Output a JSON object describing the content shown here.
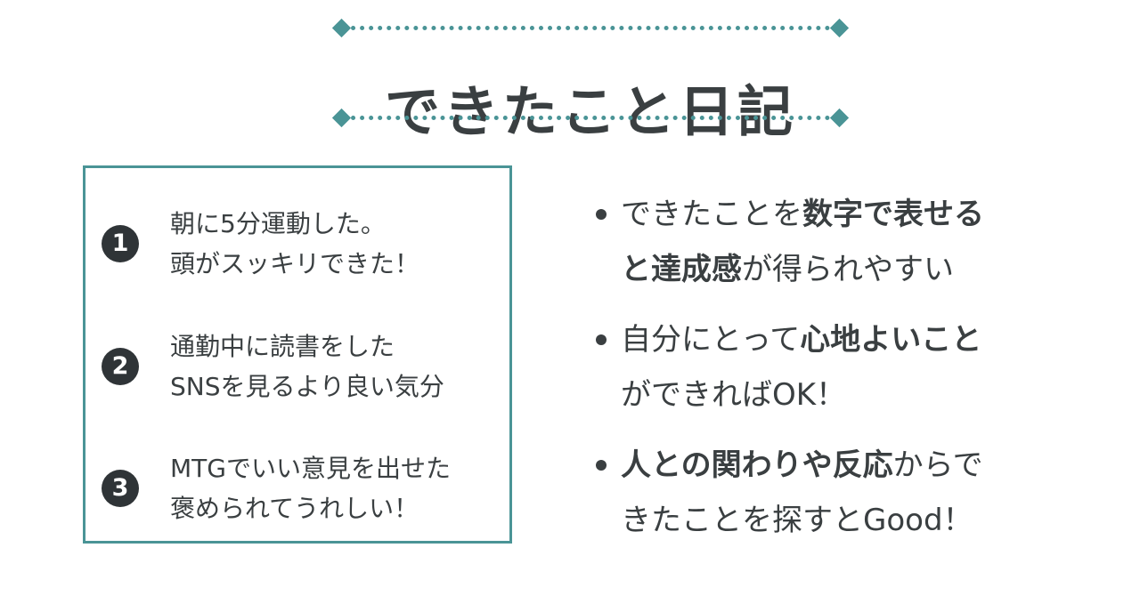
{
  "title": "できたこと日記",
  "colors": {
    "accent": "#4a9496",
    "text": "#3a3f41",
    "badge": "#2f3437"
  },
  "examples": [
    {
      "number": "1",
      "lines": [
        "朝に5分運動した。",
        "頭がスッキリできた！"
      ]
    },
    {
      "number": "2",
      "lines": [
        "通勤中に読書をした",
        "SNSを見るより良い気分"
      ]
    },
    {
      "number": "3",
      "lines": [
        "MTGでいい意見を出せた",
        "褒められてうれしい！"
      ]
    }
  ],
  "tips": [
    {
      "lines": [
        [
          {
            "text": "できたことを",
            "bold": false
          },
          {
            "text": "数字で表せる",
            "bold": true
          }
        ],
        [
          {
            "text": "と達成感",
            "bold": true
          },
          {
            "text": "が得られやすい",
            "bold": false
          }
        ]
      ]
    },
    {
      "lines": [
        [
          {
            "text": "自分にとって",
            "bold": false
          },
          {
            "text": "心地よいこと",
            "bold": true
          }
        ],
        [
          {
            "text": "ができればOK！",
            "bold": false
          }
        ]
      ]
    },
    {
      "lines": [
        [
          {
            "text": "人との関わりや反応",
            "bold": true
          },
          {
            "text": "からで",
            "bold": false
          }
        ],
        [
          {
            "text": "きたことを探すとGood！",
            "bold": false
          }
        ]
      ]
    }
  ]
}
